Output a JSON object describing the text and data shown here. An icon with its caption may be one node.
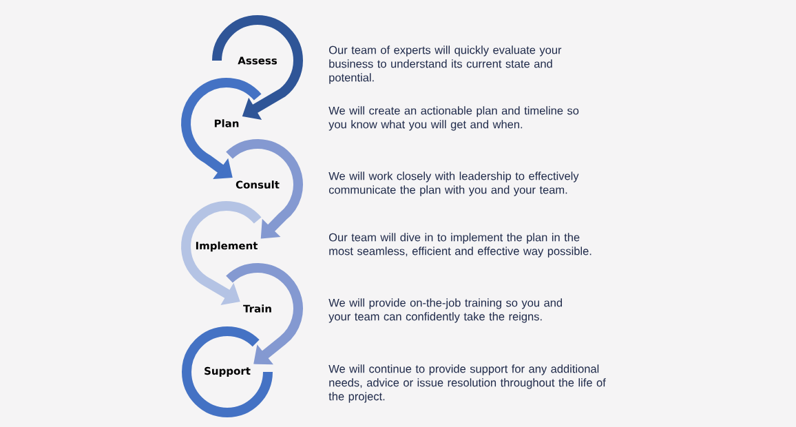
{
  "diagram": {
    "nodes": [
      {
        "text": [
          "Assess"
        ]
      },
      {
        "text": [
          "Plan"
        ]
      },
      {
        "text": [
          "Consult"
        ]
      },
      {
        "text": [
          "Implement"
        ]
      },
      {
        "text": [
          "Train"
        ]
      },
      {
        "text": [
          "Support"
        ]
      }
    ],
    "edges": [
      {
        "from": 0,
        "to": 1,
        "arrow": "to",
        "color": "#2f5597"
      },
      {
        "from": 1,
        "to": 2,
        "arrow": "to",
        "color": "#4472c4"
      },
      {
        "from": 2,
        "to": 3,
        "arrow": "to",
        "color": "#8499d1"
      },
      {
        "from": 3,
        "to": 4,
        "arrow": "to",
        "color": "#b4c3e4"
      },
      {
        "from": 4,
        "to": 5,
        "arrow": "to",
        "color": "#8499d1"
      }
    ],
    "labels": [
      "Our team of experts will quickly evaluate your business to understand its current state and potential.",
      "We will create an actionable plan and timeline so you know what you will get and when.",
      "We will work closely with leadership to effectively communicate the plan with you and your team.",
      "Our team will dive in to implement the plan in the most seamless, efficient and effective way possible.",
      "We will provide on-the-job training so you and your team can confidently take the reigns.",
      "We will continue to provide support for any additional needs, advice or issue resolution throughout the life of the project."
    ]
  }
}
